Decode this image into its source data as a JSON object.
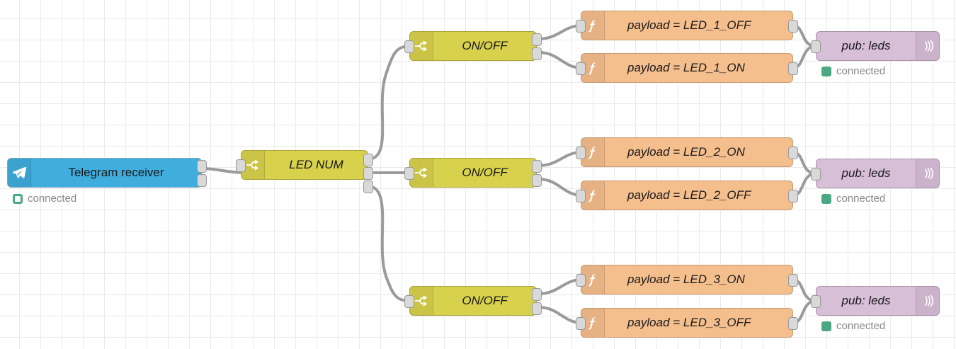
{
  "editor": {
    "name": "node-red-flow-canvas",
    "grid_size": 30,
    "background": "#ffffff",
    "grid_color": "#eaeaea"
  },
  "colors": {
    "telegram": "#3FADDE",
    "switch": "#D8D14B",
    "function": "#F5BE8D",
    "mqtt": "#D8BFD8",
    "status_green": "#4CA882",
    "wire": "#9a9a9a",
    "port": "#d9d9d9"
  },
  "nodes": {
    "telegram_receiver": {
      "label": "Telegram receiver",
      "icon": "telegram-plane-icon",
      "type": "telegram",
      "status": "connected",
      "status_style": "ring"
    },
    "led_num": {
      "label": "LED NUM",
      "icon": "switch-branch-icon",
      "type": "switch",
      "outputs": 3
    },
    "onoff_1": {
      "label": "ON/OFF",
      "icon": "switch-branch-icon",
      "type": "switch",
      "outputs": 2
    },
    "onoff_2": {
      "label": "ON/OFF",
      "icon": "switch-branch-icon",
      "type": "switch",
      "outputs": 2
    },
    "onoff_3": {
      "label": "ON/OFF",
      "icon": "switch-branch-icon",
      "type": "switch",
      "outputs": 2
    },
    "fn_1a": {
      "label": "payload = LED_1_OFF",
      "icon": "function-f-icon",
      "type": "function"
    },
    "fn_1b": {
      "label": "payload = LED_1_ON",
      "icon": "function-f-icon",
      "type": "function"
    },
    "fn_2a": {
      "label": "payload = LED_2_ON",
      "icon": "function-f-icon",
      "type": "function"
    },
    "fn_2b": {
      "label": "payload = LED_2_OFF",
      "icon": "function-f-icon",
      "type": "function"
    },
    "fn_3a": {
      "label": "payload = LED_3_ON",
      "icon": "function-f-icon",
      "type": "function"
    },
    "fn_3b": {
      "label": "payload = LED_3_OFF",
      "icon": "function-f-icon",
      "type": "function"
    },
    "mqtt_1": {
      "label": "pub: leds",
      "icon": "mqtt-signal-icon",
      "type": "mqtt",
      "status": "connected",
      "status_style": "filled"
    },
    "mqtt_2": {
      "label": "pub: leds",
      "icon": "mqtt-signal-icon",
      "type": "mqtt",
      "status": "connected",
      "status_style": "filled"
    },
    "mqtt_3": {
      "label": "pub: leds",
      "icon": "mqtt-signal-icon",
      "type": "mqtt",
      "status": "connected",
      "status_style": "filled"
    }
  }
}
